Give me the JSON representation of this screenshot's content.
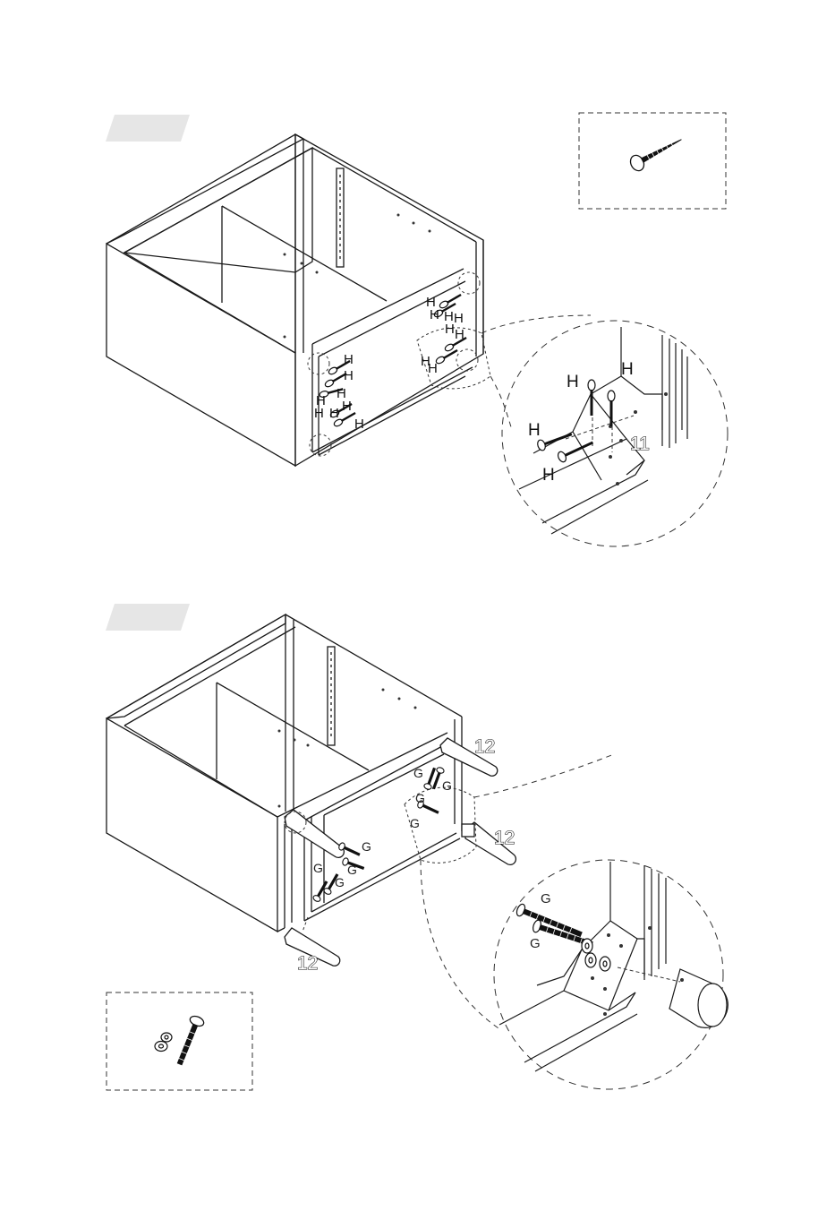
{
  "step_badges": [
    "",
    ""
  ],
  "step1": {
    "hardware_label": "H",
    "part_number": "11"
  },
  "step2": {
    "hardware_label": "G",
    "part_number": "12"
  },
  "colors": {
    "line": "#1a1a1a",
    "badge": "#e6e6e6",
    "dashed": "#333333"
  }
}
